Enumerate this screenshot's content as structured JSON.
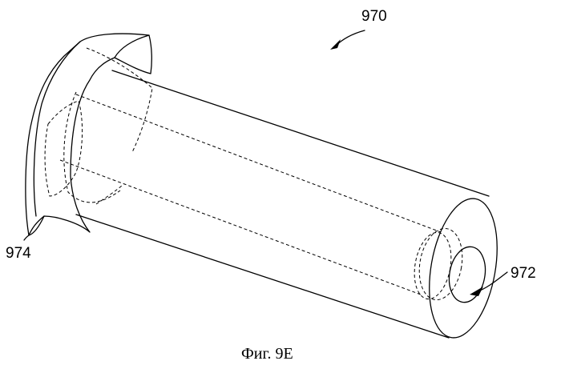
{
  "figure": {
    "labels": {
      "assembly": "970",
      "bore": "972",
      "flange": "974"
    },
    "caption": "Фиг. 9E"
  }
}
